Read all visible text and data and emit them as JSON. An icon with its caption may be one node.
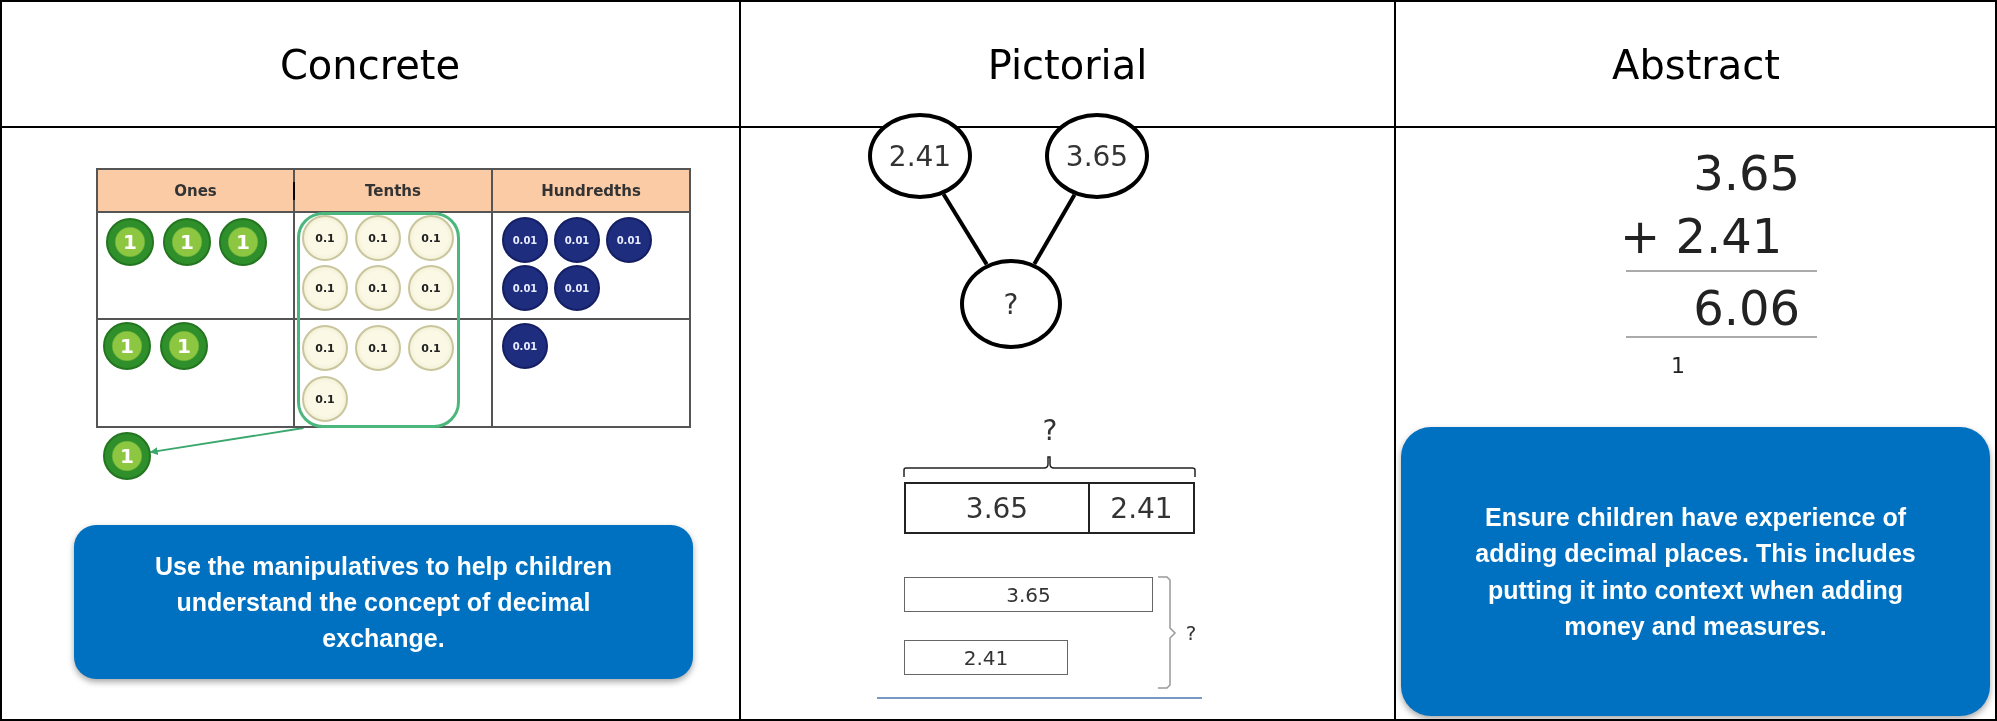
{
  "diagram": {
    "nodes": [
      {
        "text": [
          "1"
        ]
      },
      {
        "text": [
          "1"
        ]
      },
      {
        "text": [
          "1"
        ]
      },
      {
        "text": [],
        "shape": "box"
      },
      {
        "text": [
          "0.1"
        ],
        "in": 3
      },
      {
        "text": [
          "0.1"
        ],
        "in": 3
      },
      {
        "text": [
          "0.1"
        ],
        "in": 3
      },
      {
        "text": [
          "0.1"
        ],
        "in": 3
      },
      {
        "text": [
          "0.1"
        ],
        "in": 3
      },
      {
        "text": [
          "0.1"
        ],
        "in": 3
      },
      {
        "text": [
          "0.1"
        ],
        "in": 3
      },
      {
        "text": [
          "0.1"
        ],
        "in": 3
      },
      {
        "text": [
          "0.1"
        ],
        "in": 3
      },
      {
        "text": [
          "0.1"
        ],
        "in": 3
      },
      {
        "text": [
          "0.01"
        ]
      },
      {
        "text": [
          "0.01"
        ]
      },
      {
        "text": [
          "0.01"
        ]
      },
      {
        "text": [
          "0.01"
        ]
      },
      {
        "text": [
          "0.01"
        ]
      },
      {
        "text": [
          "0.01"
        ]
      },
      {
        "text": [
          "1"
        ]
      },
      {
        "text": [
          "1"
        ]
      },
      {
        "text": [
          "1"
        ]
      },
      {
        "text": [
          "Use the manipulatives to help children understand the concept of decimal exchange."
        ]
      },
      {
        "text": [
          "2.41"
        ]
      },
      {
        "text": [
          "3.65"
        ]
      },
      {
        "text": [
          "?"
        ]
      },
      {
        "text": [
          "3.65"
        ]
      },
      {
        "text": [
          "2.41"
        ]
      },
      {
        "text": [
          "3.65"
        ]
      },
      {
        "text": [
          "2.41"
        ]
      },
      {
        "text": [
          "Ensure children have experience of adding decimal places. This includes putting it into context when adding money and measures."
        ]
      }
    ],
    "edges": [
      {
        "from": 3,
        "to": 22,
        "arrow": "to",
        "color": "#3aa76d"
      },
      {
        "from": 24,
        "to": 26,
        "arrow": "none"
      },
      {
        "from": 25,
        "to": 26,
        "arrow": "none"
      }
    ],
    "labels": [
      "Concrete",
      "Pictorial",
      "Abstract",
      "Ones",
      "Tenths",
      "Hundredths",
      "?",
      "?",
      "3.65",
      "+ 2.41",
      "6.06",
      "1"
    ]
  }
}
